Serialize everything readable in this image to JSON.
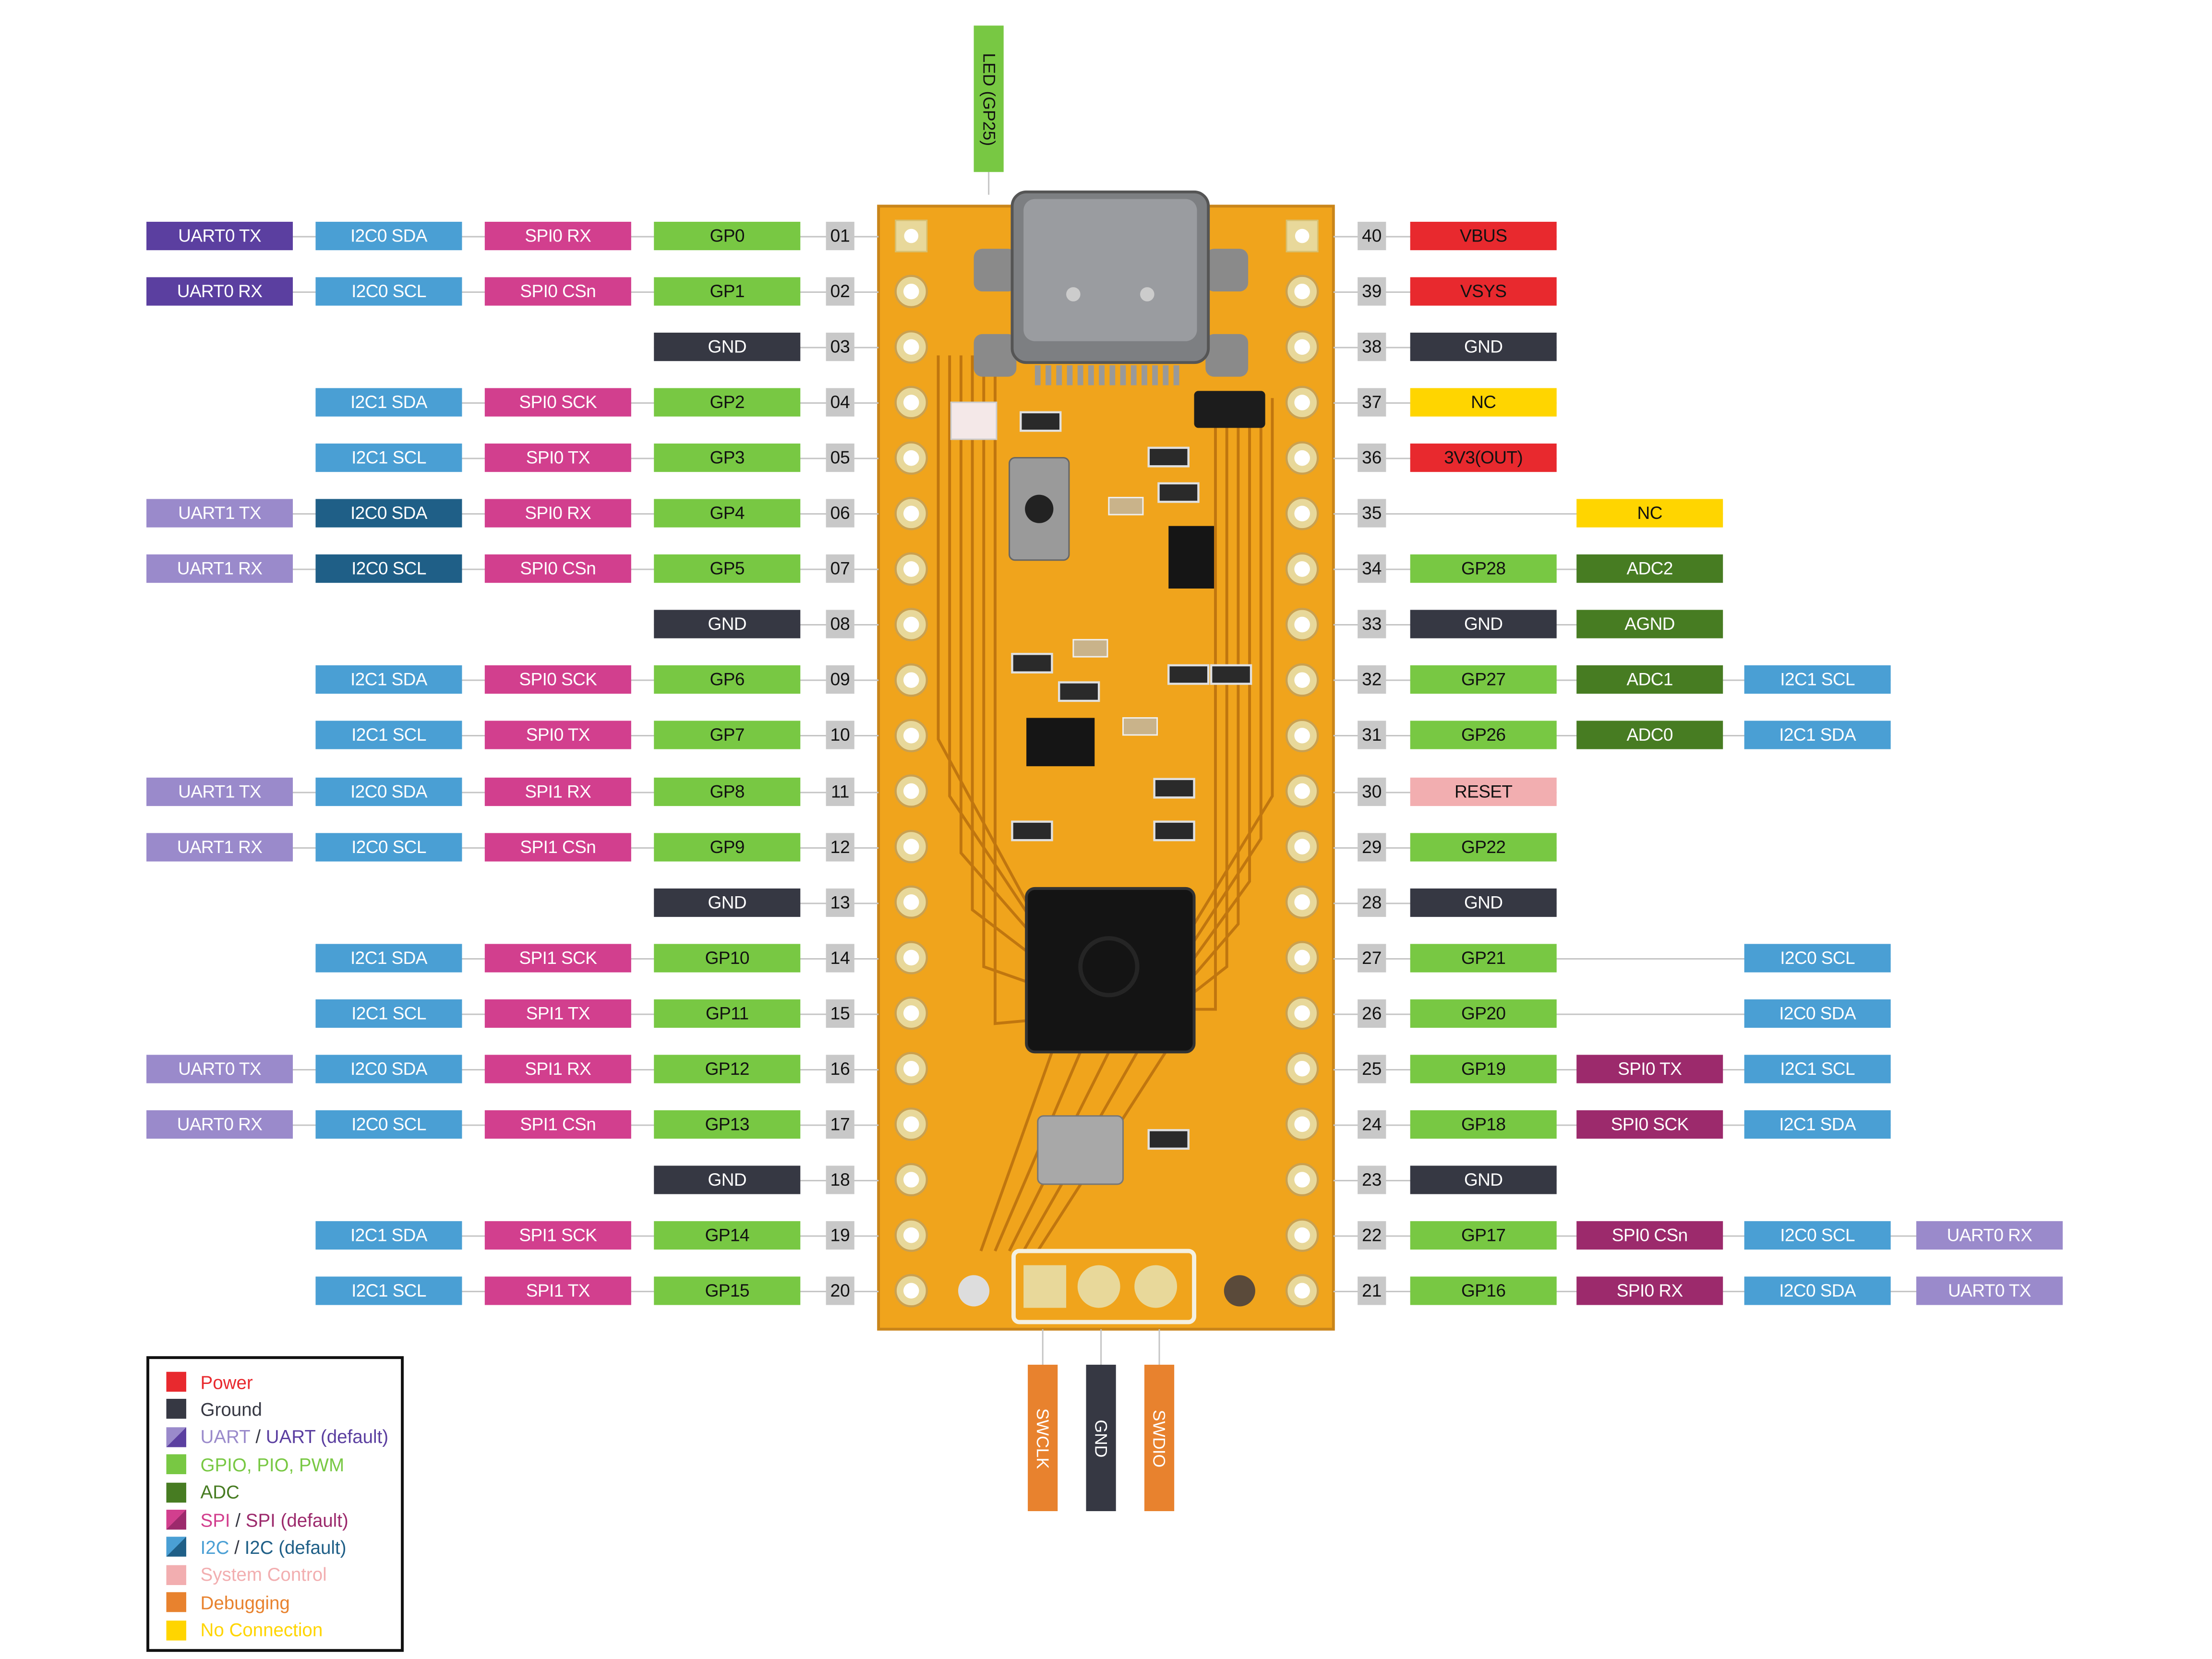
{
  "colors": {
    "power": "#e8292e",
    "ground": "#363843",
    "uart": "#9a8acb",
    "uart_default": "#5b3fa0",
    "gpio": "#78c843",
    "adc": "#477c22",
    "spi": "#d23f8e",
    "spi_default": "#9c2a6c",
    "i2c": "#4a9fd4",
    "i2c_default": "#1f5f87",
    "system": "#f2aeb0",
    "debug": "#e8822e",
    "nc": "#ffd500",
    "pin_number": "#c8c8c8",
    "board": "#f0a41c"
  },
  "left_pins": [
    {
      "num": "01",
      "functions": [
        {
          "label": "GP0",
          "type": "gpio"
        },
        {
          "label": "SPI0 RX",
          "type": "spi"
        },
        {
          "label": "I2C0 SDA",
          "type": "i2c"
        },
        {
          "label": "UART0 TX",
          "type": "uart_default"
        }
      ]
    },
    {
      "num": "02",
      "functions": [
        {
          "label": "GP1",
          "type": "gpio"
        },
        {
          "label": "SPI0 CSn",
          "type": "spi"
        },
        {
          "label": "I2C0 SCL",
          "type": "i2c"
        },
        {
          "label": "UART0 RX",
          "type": "uart_default"
        }
      ]
    },
    {
      "num": "03",
      "functions": [
        {
          "label": "GND",
          "type": "ground"
        }
      ]
    },
    {
      "num": "04",
      "functions": [
        {
          "label": "GP2",
          "type": "gpio"
        },
        {
          "label": "SPI0 SCK",
          "type": "spi"
        },
        {
          "label": "I2C1 SDA",
          "type": "i2c"
        }
      ]
    },
    {
      "num": "05",
      "functions": [
        {
          "label": "GP3",
          "type": "gpio"
        },
        {
          "label": "SPI0 TX",
          "type": "spi"
        },
        {
          "label": "I2C1 SCL",
          "type": "i2c"
        }
      ]
    },
    {
      "num": "06",
      "functions": [
        {
          "label": "GP4",
          "type": "gpio"
        },
        {
          "label": "SPI0 RX",
          "type": "spi"
        },
        {
          "label": "I2C0 SDA",
          "type": "i2c_default"
        },
        {
          "label": "UART1 TX",
          "type": "uart"
        }
      ]
    },
    {
      "num": "07",
      "functions": [
        {
          "label": "GP5",
          "type": "gpio"
        },
        {
          "label": "SPI0 CSn",
          "type": "spi"
        },
        {
          "label": "I2C0 SCL",
          "type": "i2c_default"
        },
        {
          "label": "UART1 RX",
          "type": "uart"
        }
      ]
    },
    {
      "num": "08",
      "functions": [
        {
          "label": "GND",
          "type": "ground"
        }
      ]
    },
    {
      "num": "09",
      "functions": [
        {
          "label": "GP6",
          "type": "gpio"
        },
        {
          "label": "SPI0 SCK",
          "type": "spi"
        },
        {
          "label": "I2C1 SDA",
          "type": "i2c"
        }
      ]
    },
    {
      "num": "10",
      "functions": [
        {
          "label": "GP7",
          "type": "gpio"
        },
        {
          "label": "SPI0 TX",
          "type": "spi"
        },
        {
          "label": "I2C1 SCL",
          "type": "i2c"
        }
      ]
    },
    {
      "num": "11",
      "functions": [
        {
          "label": "GP8",
          "type": "gpio"
        },
        {
          "label": "SPI1 RX",
          "type": "spi"
        },
        {
          "label": "I2C0 SDA",
          "type": "i2c"
        },
        {
          "label": "UART1 TX",
          "type": "uart"
        }
      ]
    },
    {
      "num": "12",
      "functions": [
        {
          "label": "GP9",
          "type": "gpio"
        },
        {
          "label": "SPI1 CSn",
          "type": "spi"
        },
        {
          "label": "I2C0 SCL",
          "type": "i2c"
        },
        {
          "label": "UART1 RX",
          "type": "uart"
        }
      ]
    },
    {
      "num": "13",
      "functions": [
        {
          "label": "GND",
          "type": "ground"
        }
      ]
    },
    {
      "num": "14",
      "functions": [
        {
          "label": "GP10",
          "type": "gpio"
        },
        {
          "label": "SPI1 SCK",
          "type": "spi"
        },
        {
          "label": "I2C1 SDA",
          "type": "i2c"
        }
      ]
    },
    {
      "num": "15",
      "functions": [
        {
          "label": "GP11",
          "type": "gpio"
        },
        {
          "label": "SPI1 TX",
          "type": "spi"
        },
        {
          "label": "I2C1 SCL",
          "type": "i2c"
        }
      ]
    },
    {
      "num": "16",
      "functions": [
        {
          "label": "GP12",
          "type": "gpio"
        },
        {
          "label": "SPI1 RX",
          "type": "spi"
        },
        {
          "label": "I2C0 SDA",
          "type": "i2c"
        },
        {
          "label": "UART0 TX",
          "type": "uart"
        }
      ]
    },
    {
      "num": "17",
      "functions": [
        {
          "label": "GP13",
          "type": "gpio"
        },
        {
          "label": "SPI1 CSn",
          "type": "spi"
        },
        {
          "label": "I2C0 SCL",
          "type": "i2c"
        },
        {
          "label": "UART0 RX",
          "type": "uart"
        }
      ]
    },
    {
      "num": "18",
      "functions": [
        {
          "label": "GND",
          "type": "ground"
        }
      ]
    },
    {
      "num": "19",
      "functions": [
        {
          "label": "GP14",
          "type": "gpio"
        },
        {
          "label": "SPI1 SCK",
          "type": "spi"
        },
        {
          "label": "I2C1 SDA",
          "type": "i2c"
        }
      ]
    },
    {
      "num": "20",
      "functions": [
        {
          "label": "GP15",
          "type": "gpio"
        },
        {
          "label": "SPI1 TX",
          "type": "spi"
        },
        {
          "label": "I2C1 SCL",
          "type": "i2c"
        }
      ]
    }
  ],
  "right_pins": [
    {
      "num": "40",
      "functions": [
        {
          "label": "VBUS",
          "type": "power"
        }
      ]
    },
    {
      "num": "39",
      "functions": [
        {
          "label": "VSYS",
          "type": "power"
        }
      ]
    },
    {
      "num": "38",
      "functions": [
        {
          "label": "GND",
          "type": "ground"
        }
      ]
    },
    {
      "num": "37",
      "functions": [
        {
          "label": "NC",
          "type": "nc"
        }
      ]
    },
    {
      "num": "36",
      "functions": [
        {
          "label": "3V3(OUT)",
          "type": "power"
        }
      ]
    },
    {
      "num": "35",
      "functions": [
        null,
        {
          "label": "NC",
          "type": "nc"
        }
      ]
    },
    {
      "num": "34",
      "functions": [
        {
          "label": "GP28",
          "type": "gpio"
        },
        {
          "label": "ADC2",
          "type": "adc"
        }
      ]
    },
    {
      "num": "33",
      "functions": [
        {
          "label": "GND",
          "type": "ground"
        },
        {
          "label": "AGND",
          "type": "adc"
        }
      ]
    },
    {
      "num": "32",
      "functions": [
        {
          "label": "GP27",
          "type": "gpio"
        },
        {
          "label": "ADC1",
          "type": "adc"
        },
        {
          "label": "I2C1 SCL",
          "type": "i2c"
        }
      ]
    },
    {
      "num": "31",
      "functions": [
        {
          "label": "GP26",
          "type": "gpio"
        },
        {
          "label": "ADC0",
          "type": "adc"
        },
        {
          "label": "I2C1 SDA",
          "type": "i2c"
        }
      ]
    },
    {
      "num": "30",
      "functions": [
        {
          "label": "RESET",
          "type": "system"
        }
      ]
    },
    {
      "num": "29",
      "functions": [
        {
          "label": "GP22",
          "type": "gpio"
        }
      ]
    },
    {
      "num": "28",
      "functions": [
        {
          "label": "GND",
          "type": "ground"
        }
      ]
    },
    {
      "num": "27",
      "functions": [
        {
          "label": "GP21",
          "type": "gpio"
        },
        null,
        {
          "label": "I2C0 SCL",
          "type": "i2c"
        }
      ]
    },
    {
      "num": "26",
      "functions": [
        {
          "label": "GP20",
          "type": "gpio"
        },
        null,
        {
          "label": "I2C0 SDA",
          "type": "i2c"
        }
      ]
    },
    {
      "num": "25",
      "functions": [
        {
          "label": "GP19",
          "type": "gpio"
        },
        {
          "label": "SPI0 TX",
          "type": "spi_default"
        },
        {
          "label": "I2C1 SCL",
          "type": "i2c"
        }
      ]
    },
    {
      "num": "24",
      "functions": [
        {
          "label": "GP18",
          "type": "gpio"
        },
        {
          "label": "SPI0 SCK",
          "type": "spi_default"
        },
        {
          "label": "I2C1 SDA",
          "type": "i2c"
        }
      ]
    },
    {
      "num": "23",
      "functions": [
        {
          "label": "GND",
          "type": "ground"
        }
      ]
    },
    {
      "num": "22",
      "functions": [
        {
          "label": "GP17",
          "type": "gpio"
        },
        {
          "label": "SPI0 CSn",
          "type": "spi_default"
        },
        {
          "label": "I2C0 SCL",
          "type": "i2c"
        },
        {
          "label": "UART0 RX",
          "type": "uart"
        }
      ]
    },
    {
      "num": "21",
      "functions": [
        {
          "label": "GP16",
          "type": "gpio"
        },
        {
          "label": "SPI0 RX",
          "type": "spi_default"
        },
        {
          "label": "I2C0 SDA",
          "type": "i2c"
        },
        {
          "label": "UART0 TX",
          "type": "uart"
        }
      ]
    }
  ],
  "top_label": {
    "label": "LED (GP25)",
    "type": "gpio"
  },
  "bottom_labels": [
    {
      "label": "SWCLK",
      "type": "debug"
    },
    {
      "label": "GND",
      "type": "ground"
    },
    {
      "label": "SWDIO",
      "type": "debug"
    }
  ],
  "legend": [
    {
      "swatch": [
        "power"
      ],
      "parts": [
        {
          "text": "Power",
          "type": "power"
        }
      ]
    },
    {
      "swatch": [
        "ground"
      ],
      "parts": [
        {
          "text": "Ground",
          "type": "ground"
        }
      ]
    },
    {
      "swatch": [
        "uart",
        "uart_default"
      ],
      "parts": [
        {
          "text": "UART",
          "type": "uart"
        },
        {
          "text": " / ",
          "type": "ground"
        },
        {
          "text": "UART (default)",
          "type": "uart_default"
        }
      ]
    },
    {
      "swatch": [
        "gpio"
      ],
      "parts": [
        {
          "text": "GPIO, PIO, PWM",
          "type": "gpio"
        }
      ]
    },
    {
      "swatch": [
        "adc"
      ],
      "parts": [
        {
          "text": "ADC",
          "type": "adc"
        }
      ]
    },
    {
      "swatch": [
        "spi",
        "spi_default"
      ],
      "parts": [
        {
          "text": "SPI",
          "type": "spi"
        },
        {
          "text": " / ",
          "type": "ground"
        },
        {
          "text": "SPI (default)",
          "type": "spi_default"
        }
      ]
    },
    {
      "swatch": [
        "i2c",
        "i2c_default"
      ],
      "parts": [
        {
          "text": "I2C",
          "type": "i2c"
        },
        {
          "text": " / ",
          "type": "ground"
        },
        {
          "text": "I2C (default)",
          "type": "i2c_default"
        }
      ]
    },
    {
      "swatch": [
        "system"
      ],
      "parts": [
        {
          "text": "System Control",
          "type": "system"
        }
      ]
    },
    {
      "swatch": [
        "debug"
      ],
      "parts": [
        {
          "text": "Debugging",
          "type": "debug"
        }
      ]
    },
    {
      "swatch": [
        "nc"
      ],
      "parts": [
        {
          "text": "No Connection",
          "type": "nc"
        }
      ]
    }
  ]
}
